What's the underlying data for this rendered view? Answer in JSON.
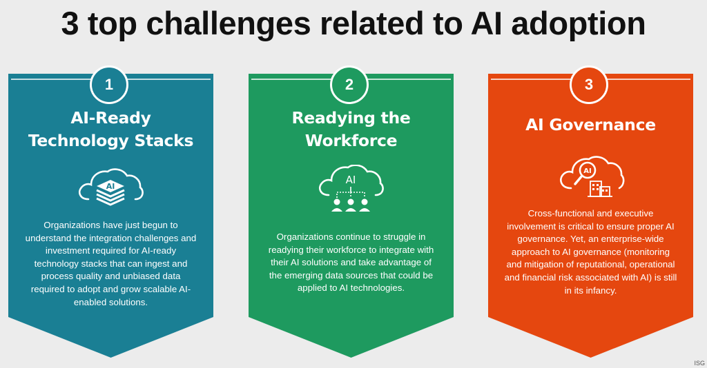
{
  "title": "3 top challenges related to AI adoption",
  "colors": {
    "background": "#ececec",
    "card1": "#1a7f94",
    "card2": "#1e9a5f",
    "card3": "#e5470f",
    "badge_text": "#ffffff"
  },
  "cards": [
    {
      "number": "1",
      "heading_line1": "AI-Ready",
      "heading_line2": "Technology Stacks",
      "icon": "cloud-ai-stack-icon",
      "icon_label": "AI",
      "description": "Organizations have just begun to understand the integration challenges and investment required for AI-ready technology stacks that can ingest and process quality and unbiased data required to adopt and grow scalable AI-enabled solutions."
    },
    {
      "number": "2",
      "heading_line1": "Readying the",
      "heading_line2": "Workforce",
      "icon": "cloud-ai-people-icon",
      "icon_label": "AI",
      "description": "Organizations continue to struggle in readying their workforce to integrate with their AI solutions and take advantage of the emerging data sources that could be applied to AI technologies."
    },
    {
      "number": "3",
      "heading_line1": "AI Governance",
      "heading_line2": "",
      "icon": "cloud-ai-magnifier-building-icon",
      "icon_label": "AI",
      "description": "Cross-functional and executive involvement is critical to ensure proper AI governance. Yet, an enterprise-wide approach to AI governance (monitoring and mitigation of reputational, operational and financial risk associated with AI) is still in its infancy."
    }
  ],
  "corner_mark": "ISG"
}
